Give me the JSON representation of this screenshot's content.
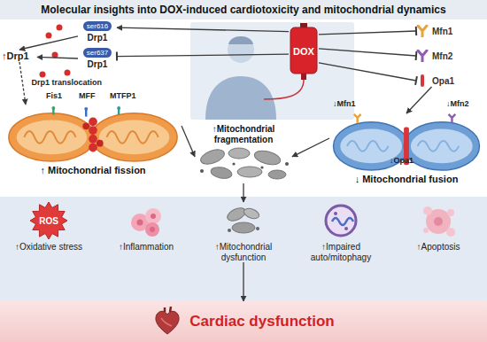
{
  "diagram": {
    "title": "Molecular insights into DOX-induced cardiotoxicity and mitochondrial dynamics",
    "nodes": [
      {
        "text": [
          "ser616",
          "Drp1"
        ]
      },
      {
        "text": [
          "ser637",
          "Drp1"
        ]
      },
      {
        "text": [
          "↑Drp1"
        ]
      },
      {
        "text": [
          "↑ Mitochondrial fission"
        ]
      },
      {
        "text": [
          "DOX"
        ]
      },
      {
        "text": [
          "Mfn1"
        ]
      },
      {
        "text": [
          "Mfn2"
        ]
      },
      {
        "text": [
          "Opa1"
        ]
      },
      {
        "text": [
          "↑Mitochondrial fragmentation"
        ]
      },
      {
        "text": [
          "↓ Mitochondrial fusion"
        ]
      },
      {
        "text": [
          "ROS",
          "↑Oxidative stress"
        ]
      },
      {
        "text": [
          "↑Inflammation"
        ]
      },
      {
        "text": [
          "↑Mitochondrial dysfunction"
        ]
      },
      {
        "text": [
          "↑Impaired auto/mitophagy"
        ]
      },
      {
        "text": [
          "↑Apoptosis"
        ]
      },
      {
        "text": [
          "Cardiac dysfunction"
        ]
      }
    ],
    "edges": [
      {
        "from": 4,
        "to": 0,
        "arrow": "to"
      },
      {
        "from": 4,
        "to": 1,
        "arrow": "none"
      },
      {
        "from": 0,
        "to": 2,
        "arrow": "to"
      },
      {
        "from": 1,
        "to": 2,
        "arrow": "to"
      },
      {
        "from": 2,
        "to": 3,
        "label": "Drp1 translocation",
        "arrow": "to"
      },
      {
        "from": 4,
        "to": 5,
        "arrow": "none"
      },
      {
        "from": 4,
        "to": 6,
        "arrow": "none"
      },
      {
        "from": 4,
        "to": 7,
        "arrow": "none"
      },
      {
        "from": 7,
        "to": 9,
        "arrow": "to"
      },
      {
        "from": 3,
        "to": 8,
        "arrow": "to"
      },
      {
        "from": 9,
        "to": 8,
        "arrow": "to"
      },
      {
        "from": 8,
        "to": 12,
        "arrow": "to"
      },
      {
        "from": 12,
        "to": 15,
        "arrow": "to"
      }
    ],
    "labels": [
      "Fis1",
      "MFF",
      "MTFP1",
      "↓Mfn1",
      "↓Mfn2",
      "↓Opa1"
    ]
  }
}
